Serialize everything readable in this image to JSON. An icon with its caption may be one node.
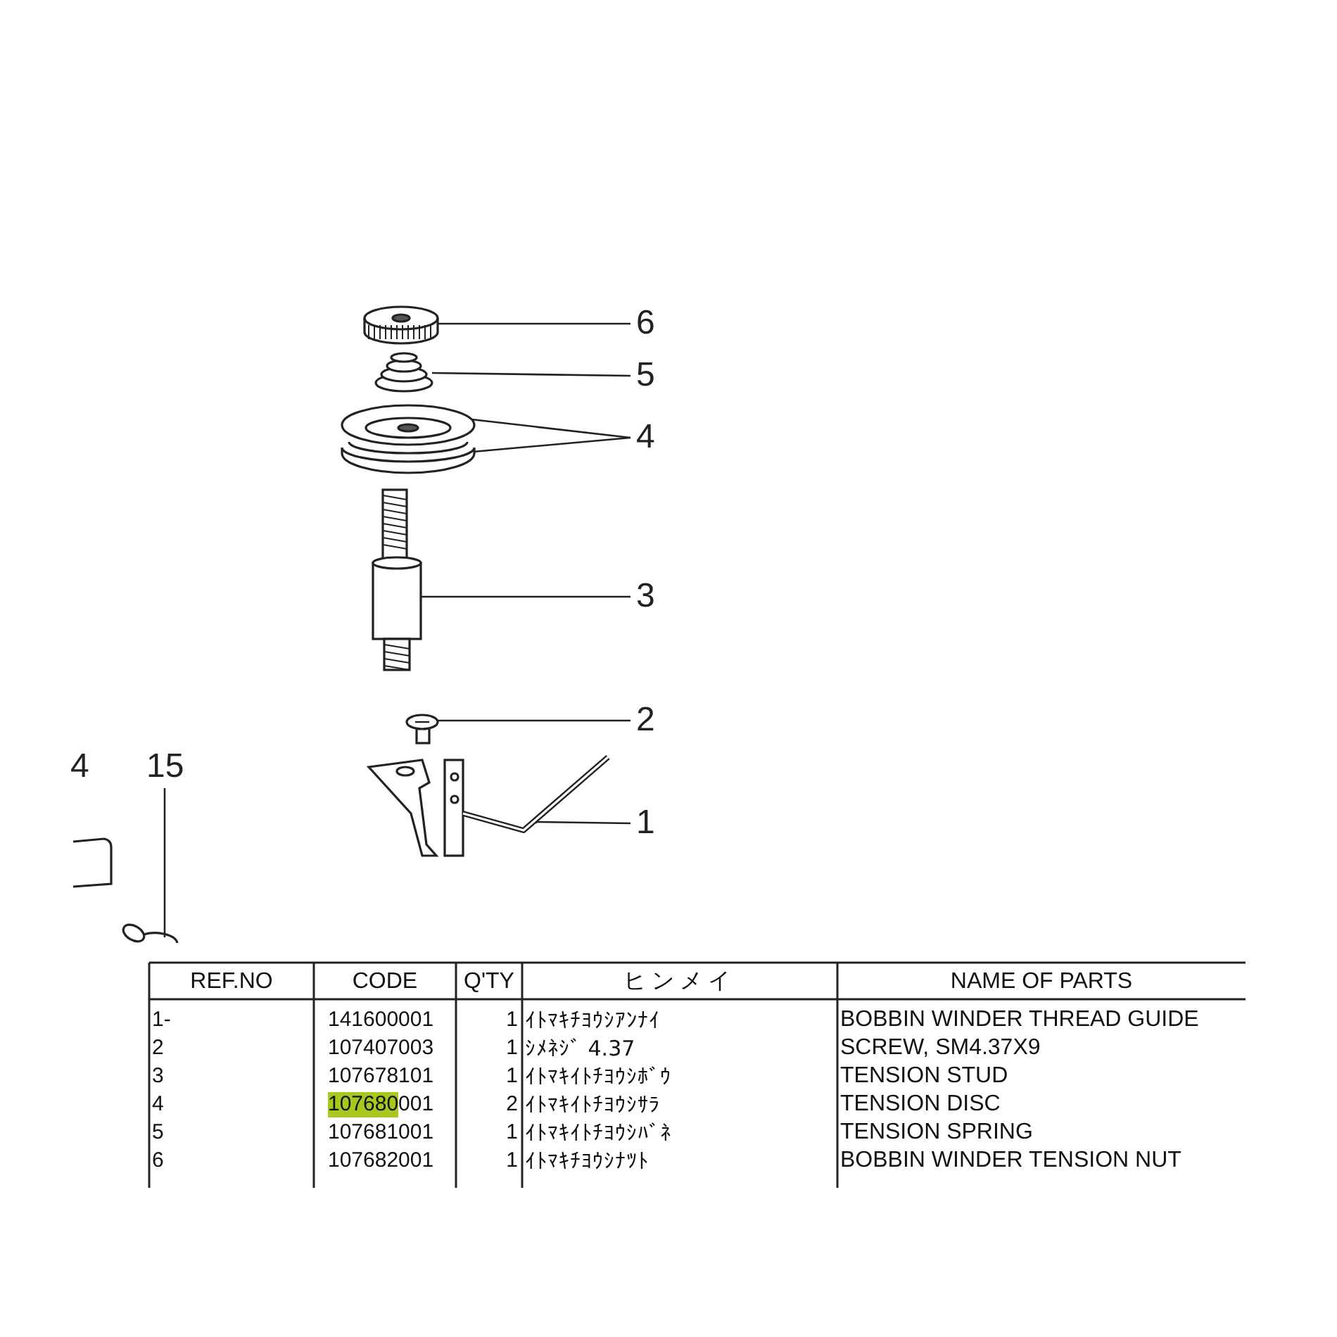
{
  "diagram": {
    "nodes": [
      {
        "text": [
          "6"
        ]
      },
      {
        "text": [
          "5"
        ]
      },
      {
        "text": [
          "4"
        ]
      },
      {
        "text": [
          "3"
        ]
      },
      {
        "text": [
          "2"
        ]
      },
      {
        "text": [
          "1"
        ]
      },
      {
        "text": [
          "15"
        ]
      },
      {
        "text": [],
        "shape": "picture"
      },
      {
        "text": [],
        "shape": "picture"
      },
      {
        "text": [],
        "shape": "picture"
      },
      {
        "text": [],
        "shape": "picture"
      },
      {
        "text": [],
        "shape": "picture"
      },
      {
        "text": [],
        "shape": "picture"
      },
      {
        "text": [],
        "shape": "picture"
      },
      {
        "text": [],
        "shape": "picture"
      }
    ],
    "edges": [
      {
        "from": 0,
        "to": 7,
        "arrow": "none"
      },
      {
        "from": 1,
        "to": 8,
        "arrow": "none"
      },
      {
        "from": 2,
        "to": 9,
        "arrow": "none"
      },
      {
        "from": 2,
        "to": 10,
        "arrow": "none"
      },
      {
        "from": 3,
        "to": 11,
        "arrow": "none"
      },
      {
        "from": 4,
        "to": 12,
        "arrow": "none"
      },
      {
        "from": 5,
        "to": 13,
        "arrow": "none"
      },
      {
        "from": 6,
        "to": 14,
        "arrow": "none"
      }
    ],
    "labels": [
      "4",
      "REF.NO",
      "CODE",
      "Q'TY",
      "ヒンメイ",
      "NAME OF PARTS",
      "1-",
      "141600001",
      "1",
      "ｲﾄﾏｷﾁﾖｳｼｱﾝﾅｲ",
      "BOBBIN WINDER THREAD GUIDE",
      "2",
      "107407003",
      "1",
      "ｼﾒﾈｼﾞ 4.37",
      "SCREW, SM4.37X9",
      "3",
      "107678101",
      "1",
      "ｲﾄﾏｷｲﾄﾁﾖｳｼﾎﾞｳ",
      "TENSION STUD",
      "4",
      "107680001",
      "2",
      "ｲﾄﾏｷｲﾄﾁﾖｳｼｻﾗ",
      "TENSION DISC",
      "5",
      "107681001",
      "1",
      "ｲﾄﾏｷｲﾄﾁﾖｳｼﾊﾞﾈ",
      "TENSION SPRING",
      "6",
      "107682001",
      "1",
      "ｲﾄﾏｷﾁﾖｳｼﾅﾂﾄ",
      "BOBBIN WINDER TENSION NUT"
    ]
  }
}
